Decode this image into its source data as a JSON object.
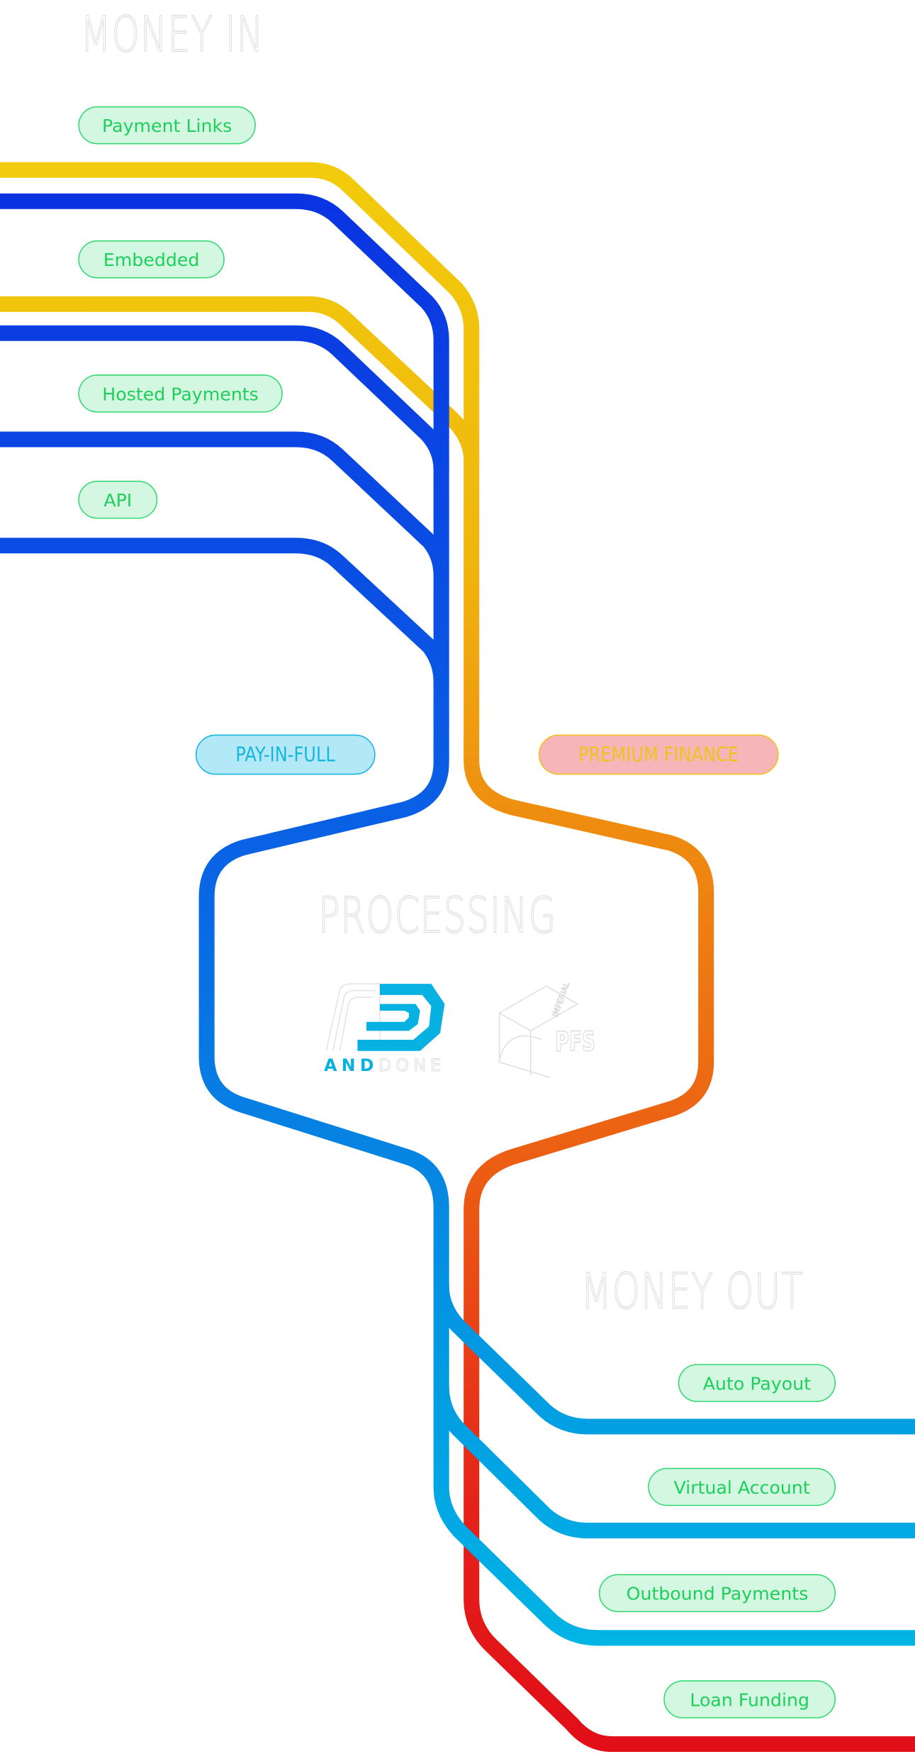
{
  "sections": {
    "money_in": "MONEY IN",
    "processing": "PROCESSING",
    "money_out": "MONEY OUT"
  },
  "money_in_methods": [
    {
      "label": "Payment Links"
    },
    {
      "label": "Embedded"
    },
    {
      "label": "Hosted Payments"
    },
    {
      "label": "API"
    }
  ],
  "tracks": {
    "pay_in_full": {
      "label": "PAY-IN-FULL",
      "fill": "#b3e8f6",
      "text": "#16b6df"
    },
    "premium_finance": {
      "label": "PREMIUM FINANCE",
      "fill": "#f5b5b9",
      "text": "#f2c21c"
    }
  },
  "money_out_methods": [
    {
      "label": "Auto Payout"
    },
    {
      "label": "Virtual Account"
    },
    {
      "label": "Outbound Payments"
    },
    {
      "label": "Loan Funding"
    }
  ],
  "logos": {
    "anddone": {
      "part1": "AND",
      "part2": "DONE"
    },
    "pfs": {
      "part1": "IMPERIAL",
      "part2": "PFS"
    }
  },
  "colors": {
    "pill_fill": "#d4f7e1",
    "pill_text": "#1fcf5c",
    "blue_start": "#0a33e2",
    "blue_end": "#00b4e4",
    "yellow": "#f2cc0c",
    "orange": "#ee7a10",
    "red": "#e20e18"
  }
}
